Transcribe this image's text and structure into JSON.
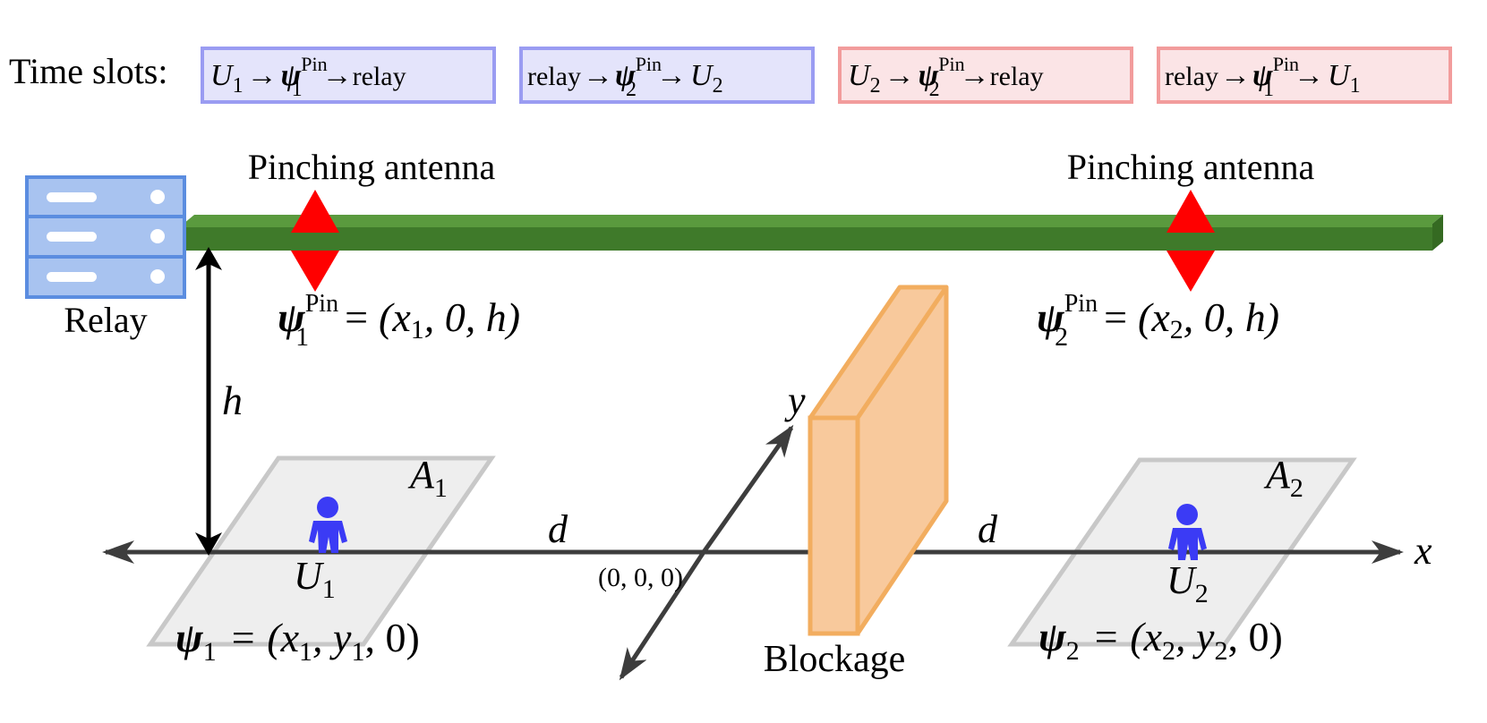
{
  "time_slots": {
    "label": "Time slots:",
    "slots": [
      {
        "from": "U",
        "from_sub": "1",
        "via": "ψ",
        "via_sub": "1",
        "via_sup": "Pin",
        "to": "relay",
        "to_sub": "",
        "color": "#9a9cf2",
        "fill": "#e4e4fb"
      },
      {
        "from": "relay",
        "from_sub": "",
        "via": "ψ",
        "via_sub": "2",
        "via_sup": "Pin",
        "to": "U",
        "to_sub": "2",
        "color": "#9a9cf2",
        "fill": "#e4e4fb"
      },
      {
        "from": "U",
        "from_sub": "2",
        "via": "ψ",
        "via_sub": "2",
        "via_sup": "Pin",
        "to": "relay",
        "to_sub": "",
        "color": "#f29c9c",
        "fill": "#fbe4e6"
      },
      {
        "from": "relay",
        "from_sub": "",
        "via": "ψ",
        "via_sub": "1",
        "via_sup": "Pin",
        "to": "U",
        "to_sub": "1",
        "color": "#f29c9c",
        "fill": "#fbe4e6"
      }
    ],
    "arrow": "→"
  },
  "relay": {
    "label": "Relay",
    "color": "#5b8de0",
    "fill": "#a8c3f0"
  },
  "waveguide": {
    "color": "#3f7a2a",
    "top_color": "#5a9a3e"
  },
  "antennas": [
    {
      "label": "Pinching antenna",
      "psi": "ψ",
      "sub": "1",
      "sup": "Pin",
      "equals": "=",
      "coord": "(x",
      "coord_sub": "1",
      "coord_rest": ", 0, h)",
      "color": "#ff0000"
    },
    {
      "label": "Pinching antenna",
      "psi": "ψ",
      "sub": "2",
      "sup": "Pin",
      "equals": "=",
      "coord": "(x",
      "coord_sub": "2",
      "coord_rest": ", 0, h)",
      "color": "#ff0000"
    }
  ],
  "height_label": "h",
  "axes": {
    "x_label": "x",
    "y_label": "y",
    "origin": "(0, 0, 0)",
    "color": "#3d3d3d"
  },
  "distances": {
    "left": "d",
    "right": "d"
  },
  "areas": [
    {
      "name": "A",
      "sub": "1",
      "user": "U",
      "user_sub": "1",
      "psi": "ψ",
      "psi_sub": "1",
      "coord": "= (x",
      "c1_sub": "1",
      "mid": ", y",
      "c2_sub": "1",
      "rest": ", 0)"
    },
    {
      "name": "A",
      "sub": "2",
      "user": "U",
      "user_sub": "2",
      "psi": "ψ",
      "psi_sub": "2",
      "coord": "= (x",
      "c1_sub": "2",
      "mid": ", y",
      "c2_sub": "2",
      "rest": ", 0)"
    }
  ],
  "area_style": {
    "fill": "#eeeeee",
    "stroke": "#c8c8c8",
    "user_color": "#3b3bf5"
  },
  "blockage": {
    "label": "Blockage",
    "fill": "#f8c99c",
    "stroke": "#f2ad5f"
  }
}
